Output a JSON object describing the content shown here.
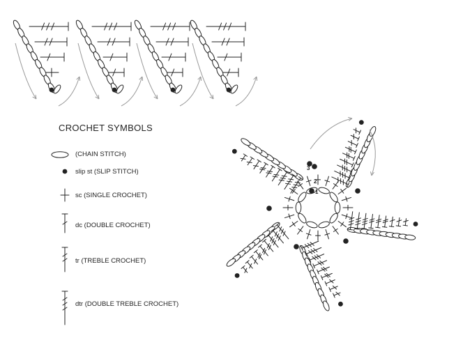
{
  "title": "CROCHET SYMBOLS",
  "legend": [
    {
      "symbol": "chain",
      "label": "(CHAIN STITCH)"
    },
    {
      "symbol": "slip",
      "label": "slip st (SLIP STITCH)"
    },
    {
      "symbol": "sc",
      "label": "sc (SINGLE CROCHET)"
    },
    {
      "symbol": "dc",
      "label": "dc (DOUBLE CROCHET)"
    },
    {
      "symbol": "tr",
      "label": "tr (TREBLE CROCHET)"
    },
    {
      "symbol": "dtr",
      "label": "dtr (DOUBLE TREBLE CROCHET)"
    }
  ],
  "round_numbers": [
    "1",
    "2",
    "3"
  ],
  "colors": {
    "ink": "#222222",
    "arrow": "#999999"
  }
}
